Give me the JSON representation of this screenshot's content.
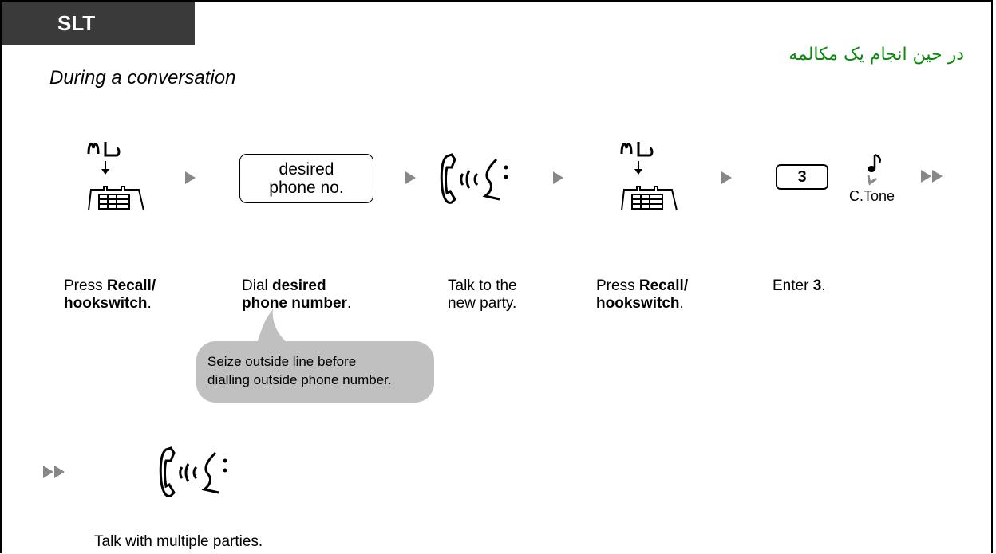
{
  "header": {
    "tab_label": "SLT",
    "persian_title": "در حین انجام یک مکالمه",
    "subtitle": "During a conversation"
  },
  "steps": [
    {
      "icon": "hookswitch-icon",
      "caption_line1_pre": "Press ",
      "caption_line1_bold": "Recall/",
      "caption_line2_bold": "hookswitch",
      "caption_line2_post": "."
    },
    {
      "icon": "phone-number-box",
      "box_line1": "desired",
      "box_line2": "phone no.",
      "caption_line1_pre": "Dial ",
      "caption_line1_bold": "desired",
      "caption_line2_bold": "phone number",
      "caption_line2_post": "."
    },
    {
      "icon": "talk-handset-icon",
      "caption_line1": "Talk to the",
      "caption_line2": "new party."
    },
    {
      "icon": "hookswitch-icon",
      "caption_line1_pre": "Press ",
      "caption_line1_bold": "Recall/",
      "caption_line2_bold": "hookswitch",
      "caption_line2_post": "."
    },
    {
      "icon": "key-3-box",
      "key_label": "3",
      "tone_label": "C.Tone",
      "caption_pre": "Enter ",
      "caption_bold": "3",
      "caption_post": "."
    }
  ],
  "bubble": {
    "line1": "Seize outside line before",
    "line2": "dialling outside phone number."
  },
  "final_step": {
    "icon": "talk-handset-icon",
    "caption": "Talk with multiple parties."
  }
}
